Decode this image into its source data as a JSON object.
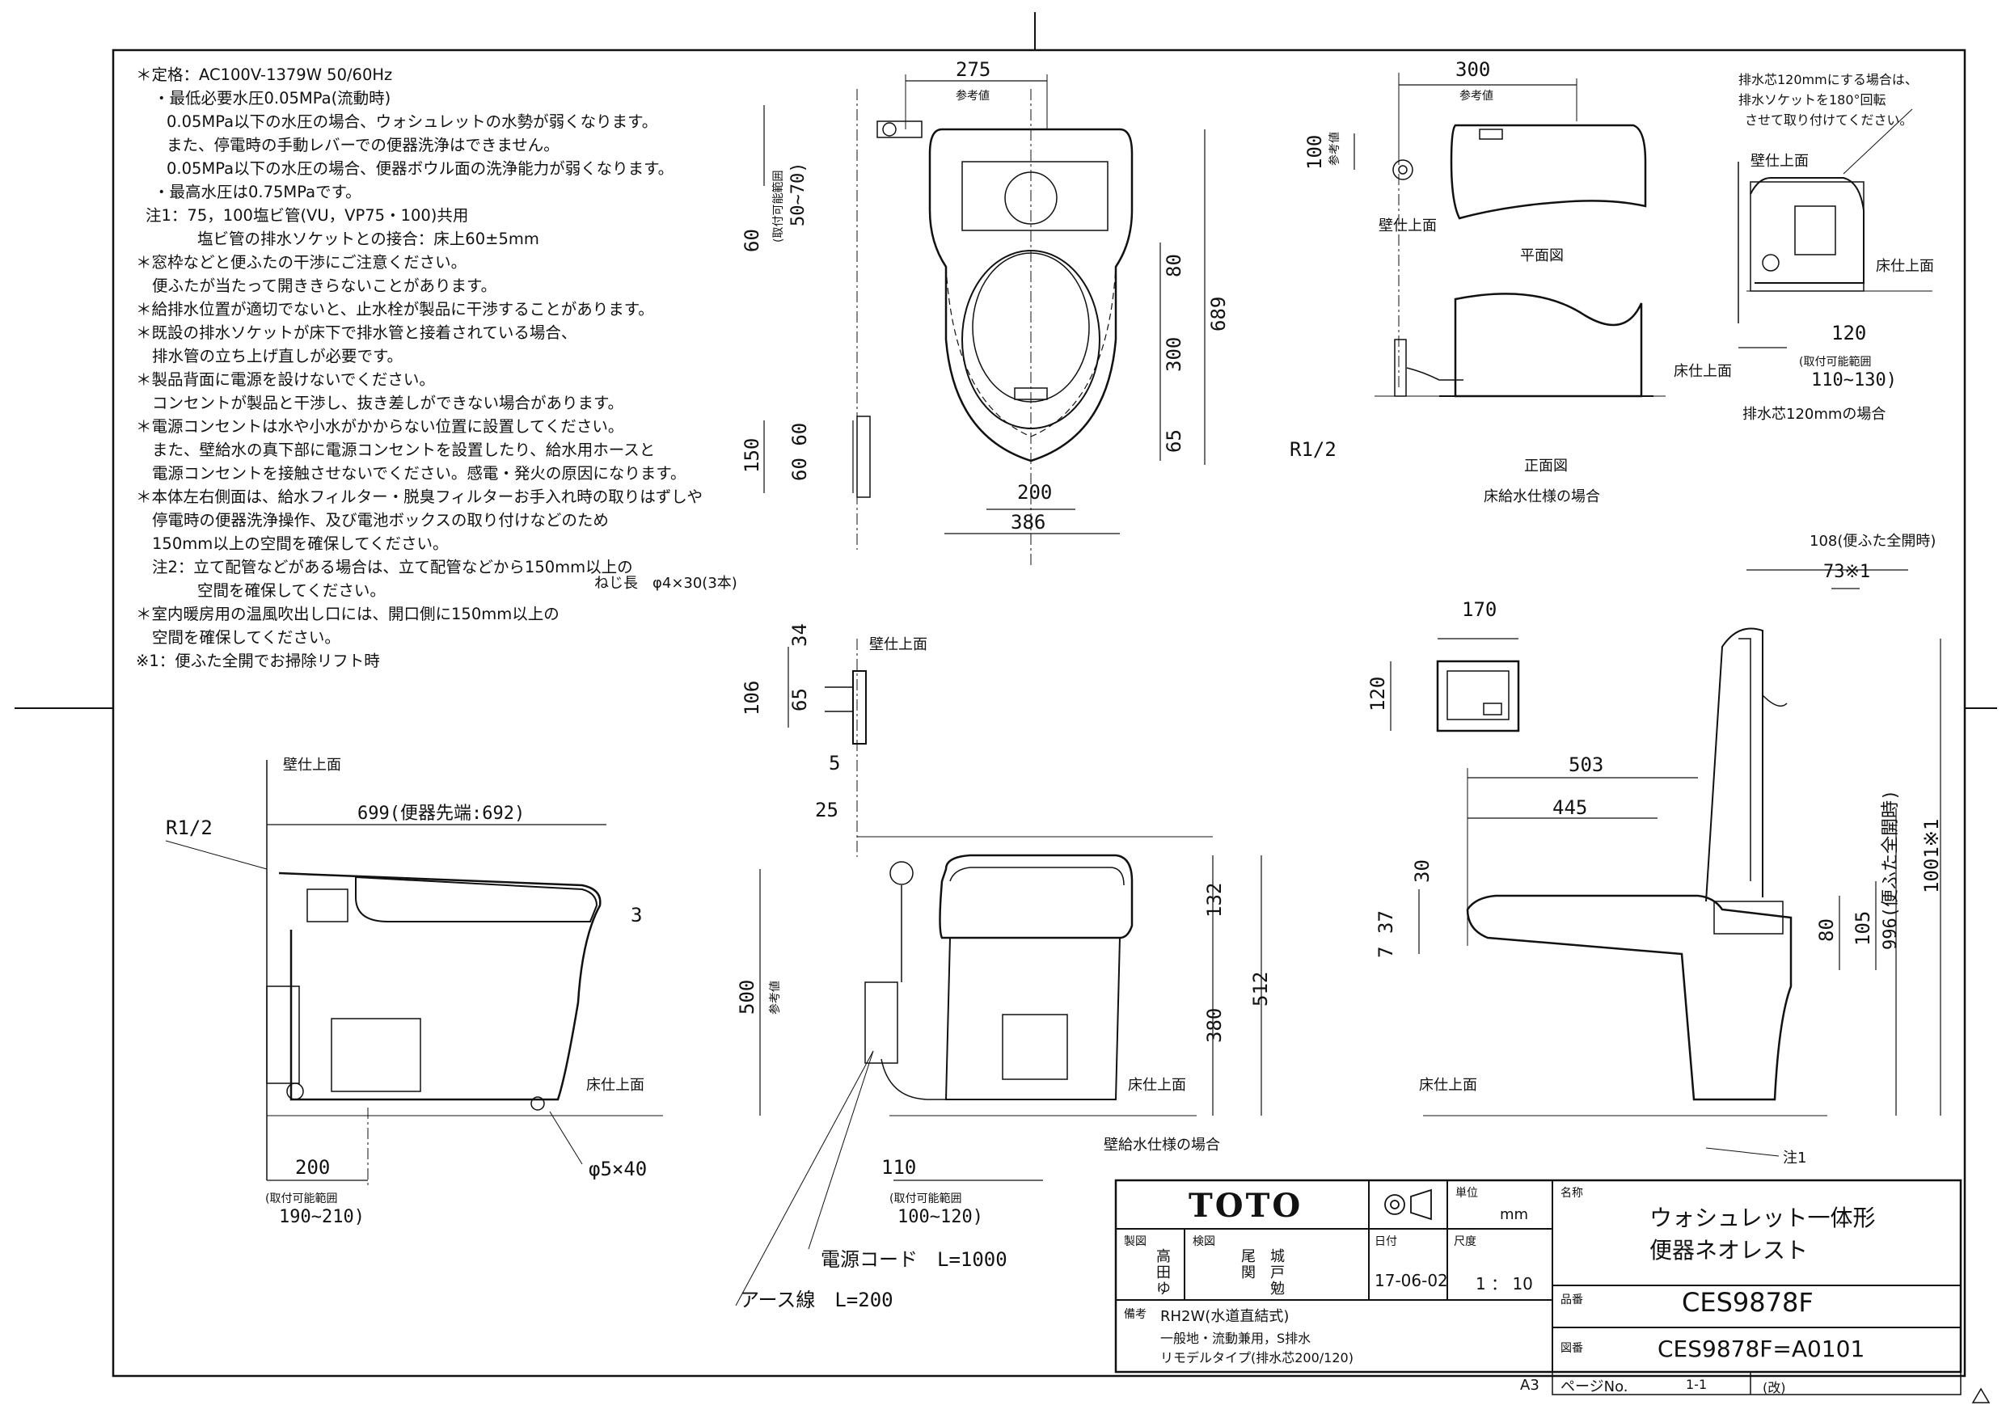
{
  "notes": [
    "＊定格：AC100V-1379W 50/60Hz",
    "・最低必要水圧0.05MPa(流動時)",
    "0.05MPa以下の水圧の場合、ウォシュレットの水勢が弱くなります。",
    "また、停電時の手動レバーでの便器洗浄はできません。",
    "0.05MPa以下の水圧の場合、便器ボウル面の洗浄能力が弱くなります。",
    "・最高水圧は0.75MPaです。",
    "注1：75，100塩ビ管(VU，VP75・100)共用",
    "塩ビ管の排水ソケットとの接合：床上60±5mm",
    "＊窓枠などと便ふたの干渉にご注意ください。",
    "便ふたが当たって開ききらないことがあります。",
    "＊給排水位置が適切でないと、止水栓が製品に干渉することがあります。",
    "＊既設の排水ソケットが床下で排水管と接着されている場合、",
    "排水管の立ち上げ直しが必要です。",
    "＊製品背面に電源を設けないでください。",
    "コンセントが製品と干渉し、抜き差しができない場合があります。",
    "＊電源コンセントは水や小水がかからない位置に設置してください。",
    "また、壁給水の真下部に電源コンセントを設置したり、給水用ホースと",
    "電源コンセントを接触させないでください。感電・発火の原因になります。",
    "＊本体左右側面は、給水フィルター・脱臭フィルターお手入れ時の取りはずしや",
    "停電時の便器洗浄操作、及び電池ボックスの取り付けなどのため",
    "150mm以上の空間を確保してください。",
    "注2：立て配管などがある場合は、立て配管などから150mm以上の",
    "空間を確保してください。",
    "＊室内暖房用の温風吹出し口には、開口側に150mm以上の",
    "空間を確保してください。",
    "※1：便ふた全開でお掃除リフト時"
  ],
  "labels": {
    "screw": "ねじ長　φ4×30(3本)",
    "wall_top": "壁仕上面",
    "floor_top": "床仕上面",
    "ref_value": "参考値",
    "plan_view": "平面図",
    "front_view": "正面図",
    "floor_supply": "床給水仕様の場合",
    "wall_supply": "壁給水仕様の場合",
    "r12": "R1/2",
    "drain120_note1": "排水芯120mmにする場合は、",
    "drain120_note2": "排水ソケットを180°回転",
    "drain120_note3": "させて取り付けてください。",
    "drain120_case": "排水芯120mmの場合",
    "range_110_130": "110~130)",
    "range_label": "(取付可能範囲",
    "range_190_210": "190~210)",
    "range_100_120": "100~120)",
    "range_50_70": "50~70)",
    "power_cord": "電源コード　L=1000",
    "earth_wire": "アース線　L=200",
    "phi5x40": "φ5×40",
    "note1": "注1",
    "lid_open_108": "108(便ふた全開時)",
    "d73": "73※1",
    "lid_open_996": "996(便ふた全開時)",
    "d1001": "1001※1",
    "d699": "699(便器先端:692)"
  },
  "dims": {
    "d275": "275",
    "d300": "300",
    "d80": "80",
    "d300v": "300",
    "d65": "65",
    "d689": "689",
    "d60": "60",
    "d150": "150",
    "d6060": "60 60",
    "d200": "200",
    "d386": "386",
    "d100": "100",
    "d120": "120",
    "d170": "170",
    "d120b": "120",
    "d34": "34",
    "d106": "106",
    "d65b": "65",
    "d5": "5",
    "d25": "25",
    "d503": "503",
    "d445": "445",
    "d30": "30",
    "d37": "37",
    "d7": "7",
    "d80b": "80",
    "d105": "105",
    "d3": "3",
    "d200b": "200",
    "d500": "500",
    "d132": "132",
    "d512": "512",
    "d380": "380",
    "d110": "110"
  },
  "titleblock": {
    "brand": "TOTO",
    "unit_label": "単位",
    "unit": "mm",
    "name_label": "名称",
    "name_line1": "ウォシュレット一体形",
    "name_line2": "便器ネオレスト",
    "made_label": "製図",
    "made_by": "高\n田\nゆ",
    "checked_label": "検図",
    "checked_by": "尾　城\n関　戸\n　　勉",
    "date_label": "日付",
    "date": "17-06-02",
    "scale_label": "尺度",
    "scale": "1 ： 10",
    "part_label": "品番",
    "part_no": "CES9878F",
    "drawing_label": "図番",
    "drawing_no": "CES9878F=A0101",
    "remarks_label": "備考",
    "remarks1": "RH2W(水道直結式)",
    "remarks2": "一般地・流動兼用，S排水",
    "remarks3": "リモデルタイプ(排水芯200/120)",
    "paper": "A3",
    "page_label": "ページNo.",
    "page": "1-1",
    "revision": "(改)"
  }
}
